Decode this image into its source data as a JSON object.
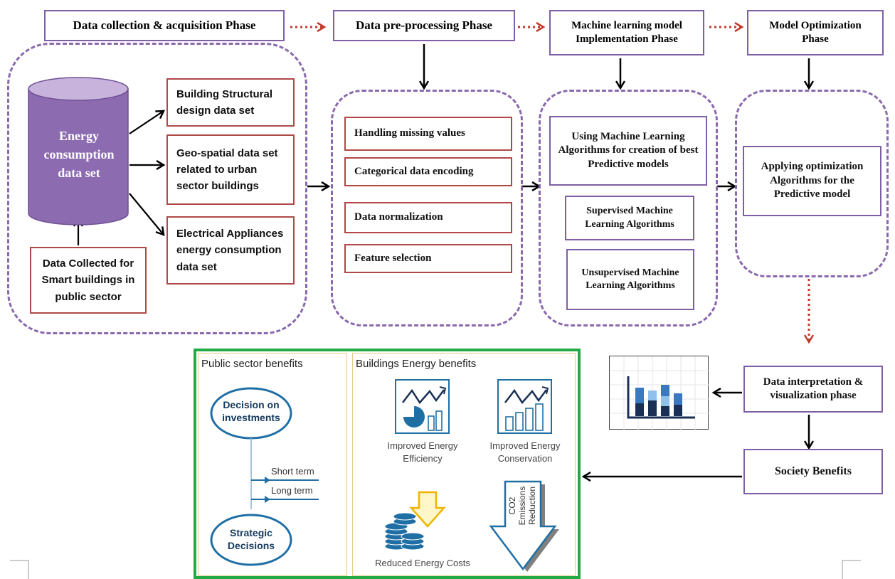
{
  "phases": {
    "collection": "Data collection & acquisition Phase",
    "preprocessing": "Data pre-processing Phase",
    "ml_impl": "Machine learning model Implementation Phase",
    "optimization": "Model Optimization Phase",
    "interpretation": "Data interpretation & visualization phase",
    "society": "Society Benefits"
  },
  "collection": {
    "cylinder_label": "Energy consumption data set",
    "source_box": "Data Collected for Smart buildings in public sector",
    "datasets": [
      "Building Structural design data set",
      "Geo-spatial data set related to urban sector buildings",
      "Electrical Appliances energy consumption data set"
    ]
  },
  "preprocessing": {
    "steps": [
      "Handling missing values",
      "Categorical data encoding",
      "Data normalization",
      "Feature selection"
    ]
  },
  "ml": {
    "main": "Using Machine Learning Algorithms for creation of best Predictive models",
    "supervised": "Supervised Machine Learning Algorithms",
    "unsupervised": "Unsupervised Machine Learning Algorithms"
  },
  "optimization": {
    "box": "Applying optimization Algorithms for the Predictive model"
  },
  "benefits": {
    "public_title": "Public sector benefits",
    "decision_investments": "Decision on investments",
    "short_term": "Short term",
    "long_term": "Long term",
    "strategic": "Strategic Decisions",
    "energy_title": "Buildings Energy benefits",
    "efficiency": "Improved Energy Efficiency",
    "conservation": "Improved Energy Conservation",
    "costs": "Reduced Energy Costs",
    "co2": "CO2 Emissions Reduction"
  },
  "colors": {
    "phase_border": "#7f5fa3",
    "dataset_border": "#b04848",
    "dashed_group": "#8a68ad",
    "dotted_arrow": "#c0392b",
    "benefits_frame": "#22aa44",
    "icon_blue": "#1f6fa5",
    "cylinder": "#8c6bb1"
  },
  "icons": [
    "cylinder-icon",
    "bar-chart-icon",
    "efficiency-icon",
    "conservation-icon",
    "coins-icon",
    "down-arrow-icon",
    "co2-arrow-icon"
  ]
}
